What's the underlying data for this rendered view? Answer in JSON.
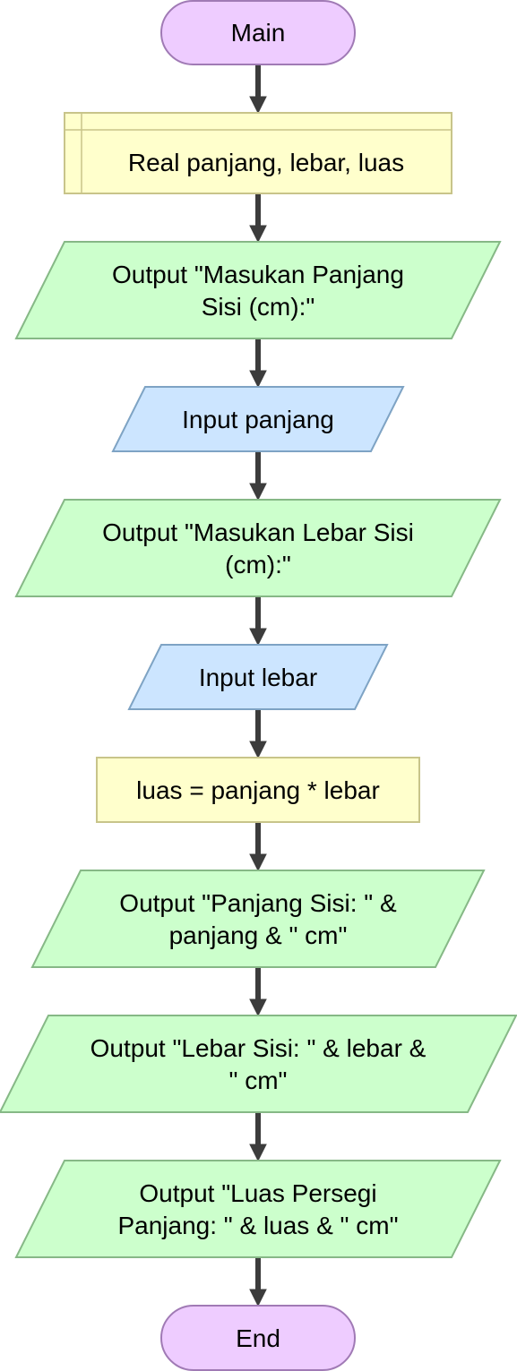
{
  "flowchart": {
    "start": "Main",
    "declare": "Real panjang, lebar, luas",
    "output_panjang_prompt": [
      "Output \"Masukan Panjang",
      "Sisi (cm):\""
    ],
    "input_panjang": "Input panjang",
    "output_lebar_prompt": [
      "Output \"Masukan Lebar Sisi",
      "(cm):\""
    ],
    "input_lebar": "Input lebar",
    "assign": "luas = panjang * lebar",
    "output_panjang_result": [
      "Output \"Panjang Sisi: \" &",
      "panjang & \" cm\""
    ],
    "output_lebar_result": [
      "Output \"Lebar Sisi: \" & lebar &",
      "\" cm\""
    ],
    "output_luas_result": [
      "Output \"Luas Persegi",
      "Panjang: \" & luas & \" cm\""
    ],
    "end": "End"
  },
  "colors": {
    "terminal_fill": "#eeccff",
    "terminal_stroke": "#a07ab5",
    "declare_fill": "#ffffcc",
    "declare_stroke": "#c8c48a",
    "process_fill": "#ffffcc",
    "process_stroke": "#c8c48a",
    "output_fill": "#ccffcc",
    "output_stroke": "#86b886",
    "input_fill": "#cce5ff",
    "input_stroke": "#7ea3c4",
    "arrow": "#3c3c3c"
  }
}
